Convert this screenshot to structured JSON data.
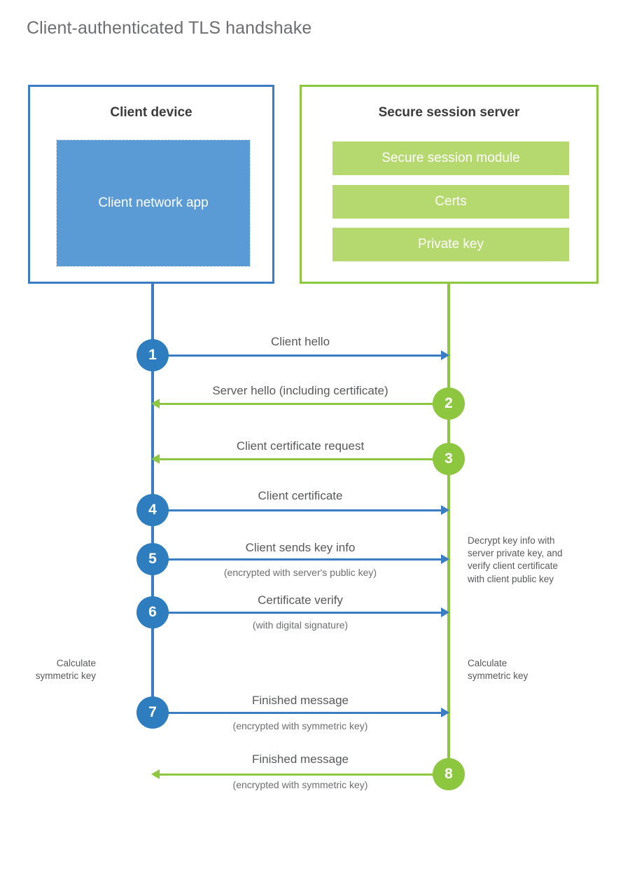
{
  "diagram": {
    "title": "Client-authenticated TLS handshake",
    "colors": {
      "client_blue": "#3b7dc4",
      "client_app_blue": "#5b9bd5",
      "step_blue": "#2e7dbe",
      "server_green": "#8dc63f",
      "module_green": "#b6d96f",
      "text_gray": "#58595b"
    }
  },
  "client": {
    "title": "Client device",
    "app_label": "Client network app"
  },
  "server": {
    "title": "Secure session server",
    "modules": [
      {
        "label": "Secure session module"
      },
      {
        "label": "Certs"
      },
      {
        "label": "Private key"
      }
    ]
  },
  "steps": [
    {
      "number": "1",
      "label": "Client hello",
      "sub": "",
      "direction": "client-to-server",
      "side": "blue"
    },
    {
      "number": "2",
      "label": "Server hello (including certificate)",
      "sub": "",
      "direction": "server-to-client",
      "side": "green"
    },
    {
      "number": "3",
      "label": "Client certificate request",
      "sub": "",
      "direction": "server-to-client",
      "side": "green"
    },
    {
      "number": "4",
      "label": "Client certificate",
      "sub": "",
      "direction": "client-to-server",
      "side": "blue"
    },
    {
      "number": "5",
      "label": "Client sends key info",
      "sub": "(encrypted with server's public key)",
      "direction": "client-to-server",
      "side": "blue"
    },
    {
      "number": "6",
      "label": "Certificate verify",
      "sub": "(with digital signature)",
      "direction": "client-to-server",
      "side": "blue"
    },
    {
      "number": "7",
      "label": "Finished message",
      "sub": "(encrypted with symmetric key)",
      "direction": "client-to-server",
      "side": "blue"
    },
    {
      "number": "8",
      "label": "Finished message",
      "sub": "(encrypted with symmetric key)",
      "direction": "server-to-client",
      "side": "green"
    }
  ],
  "annotations": {
    "server_decrypt": {
      "lines": [
        "Decrypt key info with",
        "server private key, and",
        "verify client certificate",
        "with client public key"
      ]
    },
    "client_calculate": {
      "lines": [
        "Calculate",
        "symmetric key"
      ]
    },
    "server_calculate": {
      "lines": [
        "Calculate",
        "symmetric key"
      ]
    }
  }
}
